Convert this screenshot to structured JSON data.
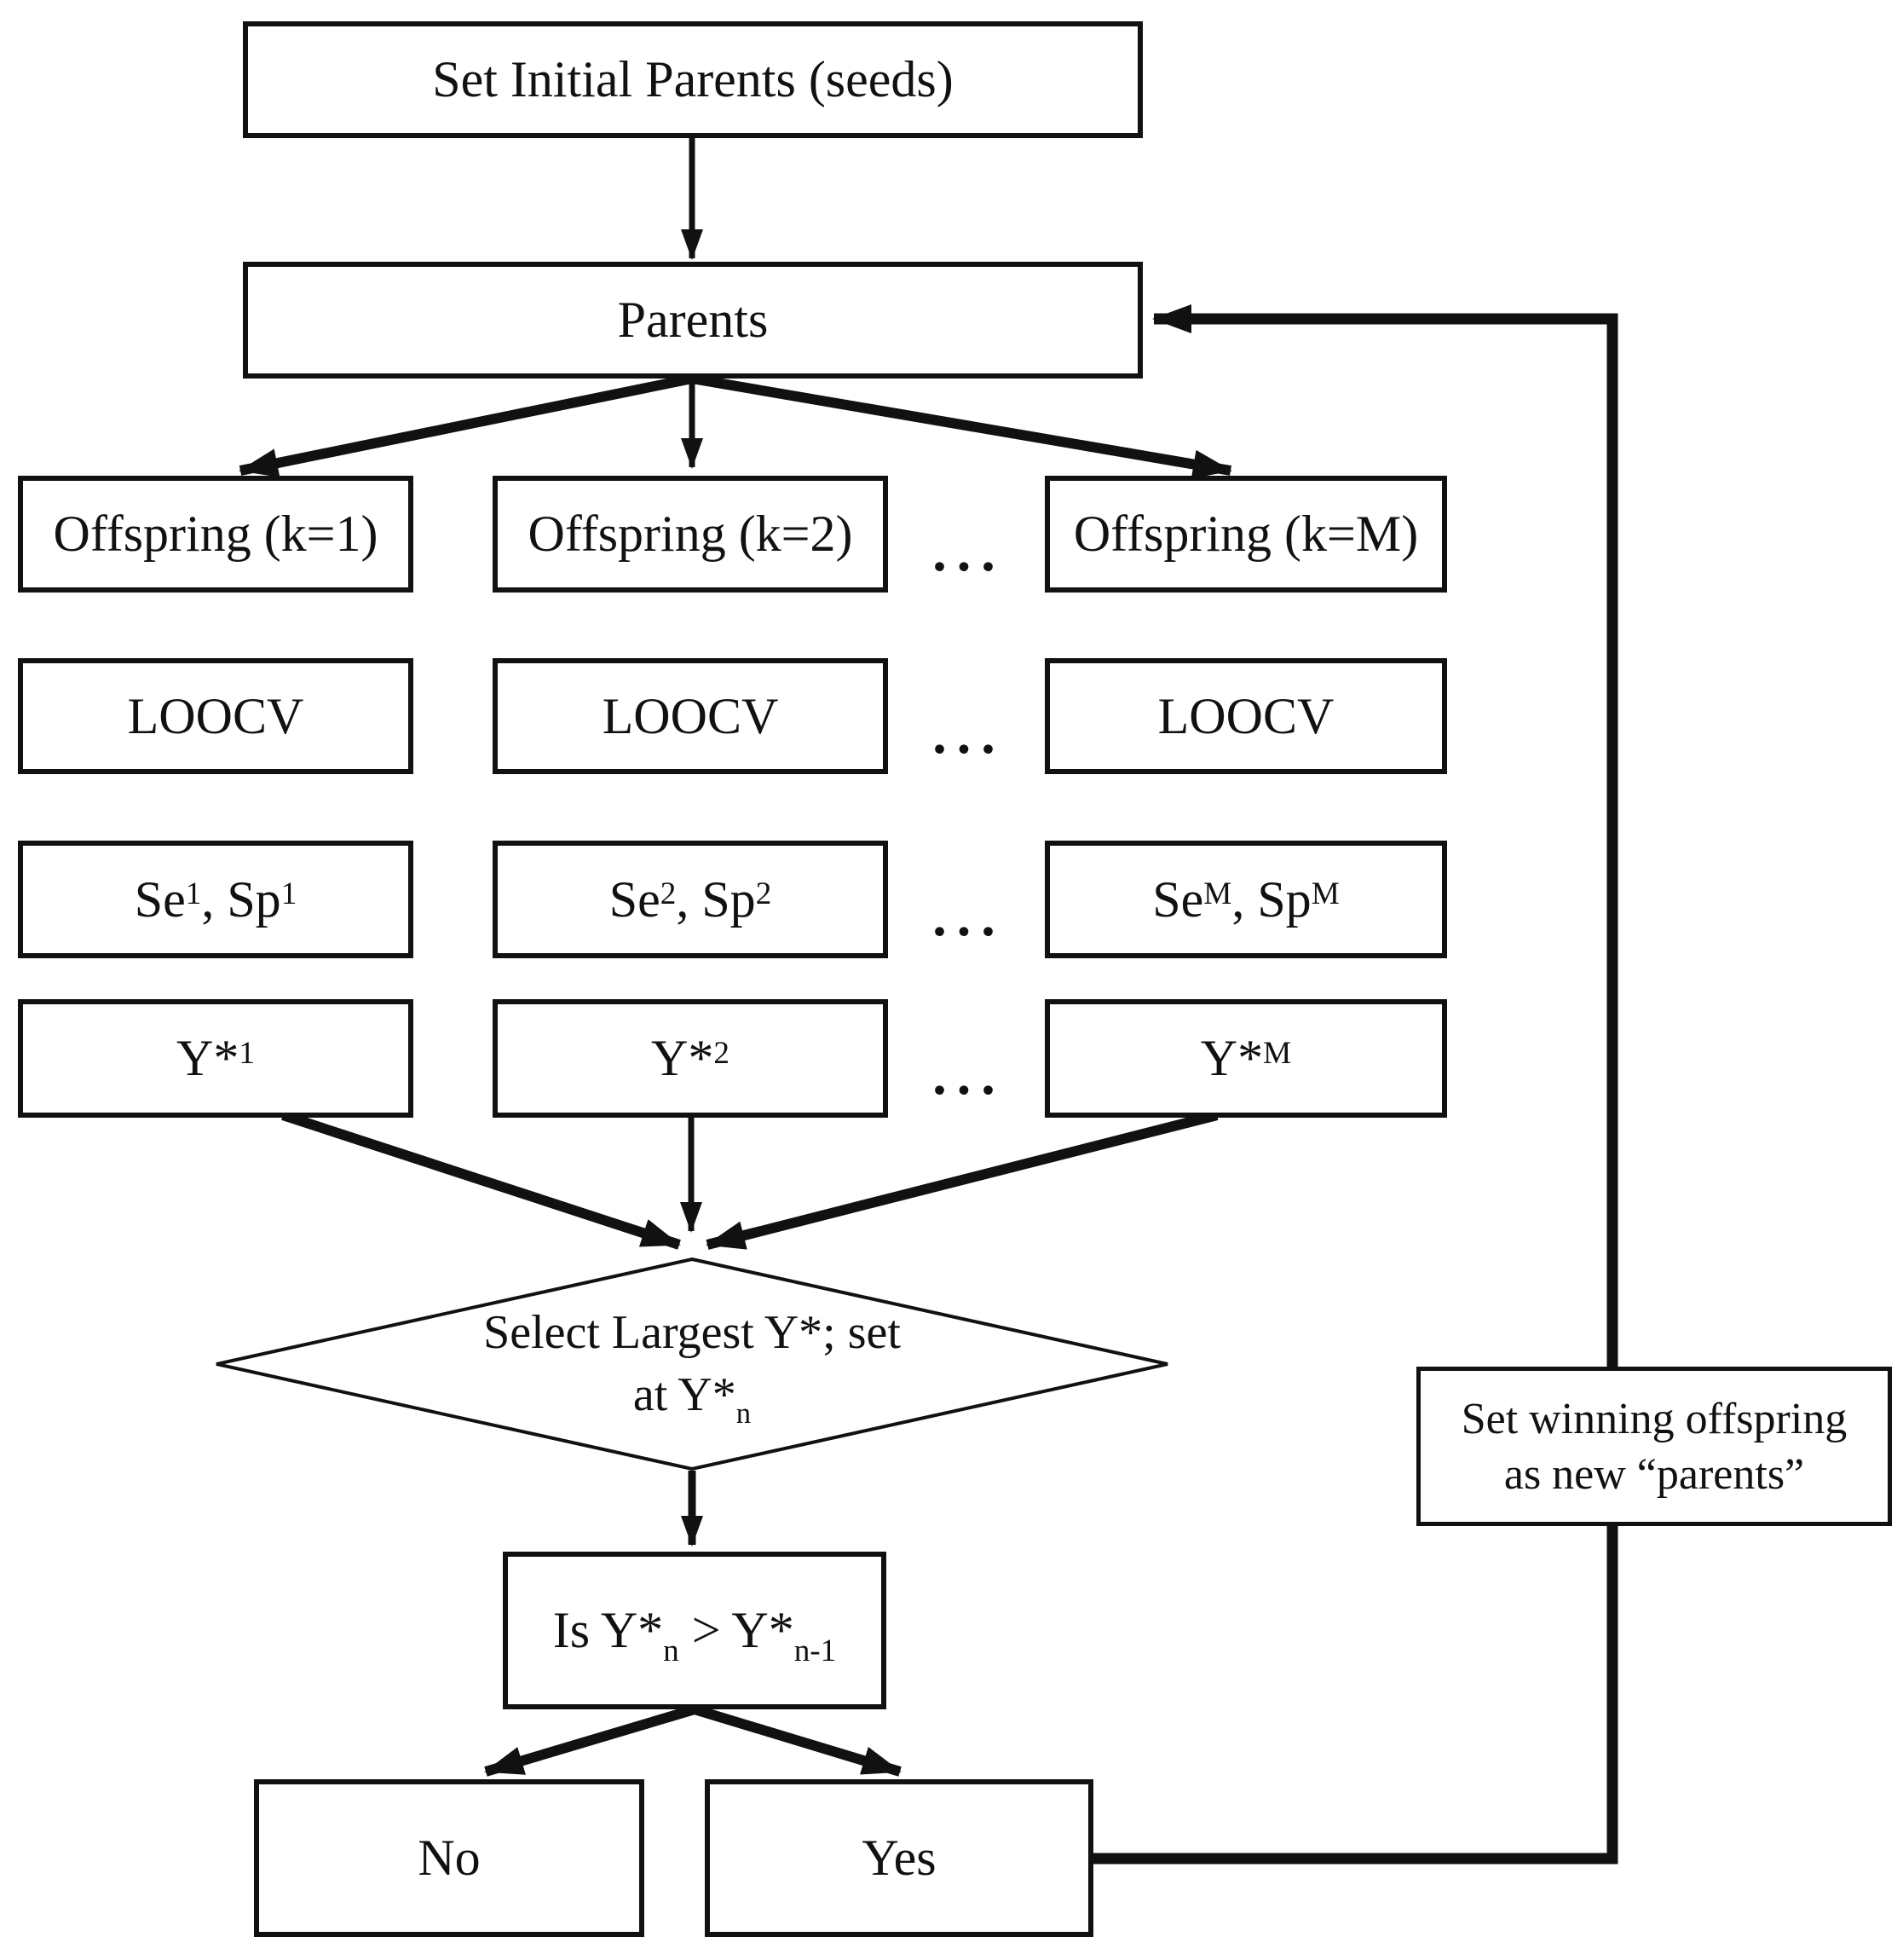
{
  "page": {
    "background": "#ffffff",
    "ink": "#111111"
  },
  "flow": {
    "start": "Set Initial Parents (seeds)",
    "parents": "Parents",
    "ellipsis": "...",
    "columns": [
      {
        "offspring": "Offspring (k=1)",
        "loocv": "LOOCV",
        "metrics": [
          {
            "t": "Se"
          },
          {
            "t": "1",
            "s": "sup"
          },
          {
            "t": ", Sp"
          },
          {
            "t": "1",
            "s": "sup"
          }
        ],
        "score": [
          {
            "t": "Y*"
          },
          {
            "t": "1",
            "s": "sup"
          }
        ]
      },
      {
        "offspring": "Offspring (k=2)",
        "loocv": "LOOCV",
        "metrics": [
          {
            "t": "Se"
          },
          {
            "t": "2",
            "s": "sup"
          },
          {
            "t": ", Sp"
          },
          {
            "t": "2",
            "s": "sup"
          }
        ],
        "score": [
          {
            "t": "Y*"
          },
          {
            "t": "2",
            "s": "sup"
          }
        ]
      },
      {
        "offspring": "Offspring (k=M)",
        "loocv": "LOOCV",
        "metrics": [
          {
            "t": "Se"
          },
          {
            "t": "M",
            "s": "sup"
          },
          {
            "t": ", Sp"
          },
          {
            "t": "M",
            "s": "sup"
          }
        ],
        "score": [
          {
            "t": "Y*"
          },
          {
            "t": "M",
            "s": "sup"
          }
        ]
      }
    ],
    "decision": {
      "line1": [
        {
          "t": "Select Largest Y*; set"
        }
      ],
      "line2": [
        {
          "t": "at Y*"
        },
        {
          "t": "n",
          "s": "sub"
        }
      ]
    },
    "compare": [
      {
        "t": "Is Y*"
      },
      {
        "t": "n",
        "s": "sub"
      },
      {
        "t": " > Y*"
      },
      {
        "t": "n-1",
        "s": "sub"
      }
    ],
    "no": "No",
    "yes": "Yes",
    "loop_back": {
      "line1": "Set winning offspring",
      "line2": "as new “parents”"
    }
  }
}
